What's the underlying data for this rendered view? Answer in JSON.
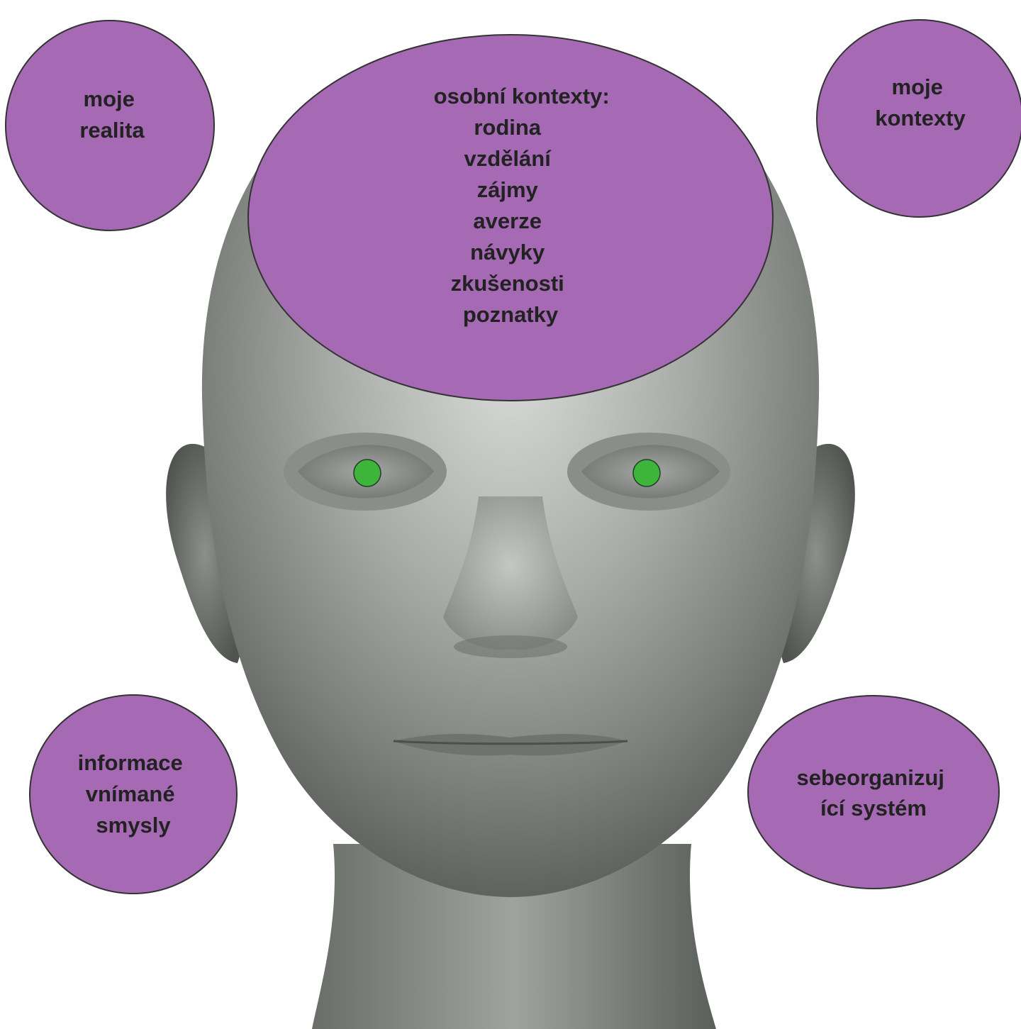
{
  "colors": {
    "bubble_fill": "#a56ab3",
    "bubble_stroke": "#333333",
    "text": "#222222",
    "pupil": "#3cb53a",
    "head_light": "#d9dbd8",
    "head_mid": "#9a9d99",
    "head_dark": "#5f625e",
    "background": "#ffffff"
  },
  "diagram": {
    "top_bubble": {
      "lines": [
        "osobní kontexty:",
        "rodina",
        "vzdělání",
        "zájmy",
        "averze",
        "návyky",
        "zkušenosti",
        "poznatky"
      ]
    },
    "top_left_bubble": {
      "lines": [
        "moje",
        "realita"
      ]
    },
    "top_right_bubble": {
      "lines": [
        "moje",
        "kontexty"
      ]
    },
    "bottom_left_bubble": {
      "lines": [
        "informace",
        "vnímané",
        "smysly"
      ]
    },
    "bottom_right_bubble": {
      "lines": [
        "sebeorganizuj",
        "ící systém"
      ]
    }
  }
}
